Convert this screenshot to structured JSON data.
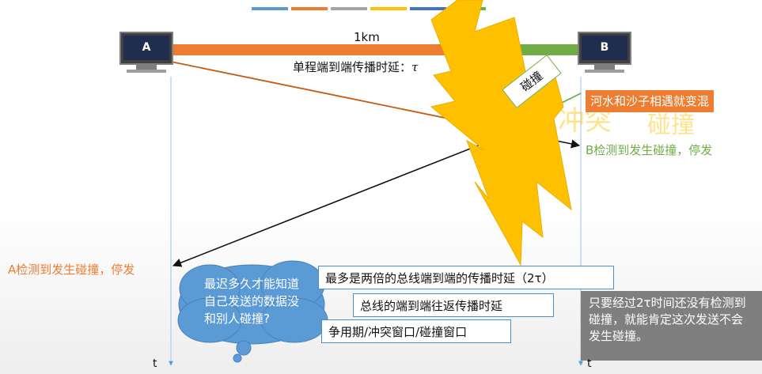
{
  "colors": {
    "bar_blue": "#5b9bd5",
    "bar_orange": "#ed7d31",
    "bar_gray": "#a5a5a5",
    "bar_yellow": "#ffc000",
    "bar_navy": "#4472c4",
    "bar_green": "#70ad47",
    "orange": "#ed7d31",
    "green": "#70ad47",
    "bolt": "#ffc000",
    "cloud": "#5b9bd5",
    "gray_box": "#7f7f7f"
  },
  "hosts": {
    "a": "A",
    "b": "B"
  },
  "distance": "1km",
  "one_way": {
    "prefix": "单程端到端传播时延：",
    "symbol": "τ"
  },
  "collision_tag": "碰撞",
  "analogy": "河水和沙子相遇就变混",
  "ghost_text": {
    "left": "冲突",
    "right": "碰撞"
  },
  "b_detect": "B检测到发生碰撞，停发",
  "a_detect": "A检测到发生碰撞，停发",
  "cloud_question": "最迟多久才能知道自己发送的数据没和别人碰撞?",
  "box_max": "最多是两倍的总线端到端的传播时延（2τ）",
  "box_rtt": "总线的端到端往返传播时延",
  "box_window": "争用期/冲突窗口/碰撞窗口",
  "gray_note": "只要经过2τ时间还没有检测到碰撞，就能肯定这次发送不会发生碰撞。",
  "axis": {
    "a": "t",
    "b": "t"
  }
}
